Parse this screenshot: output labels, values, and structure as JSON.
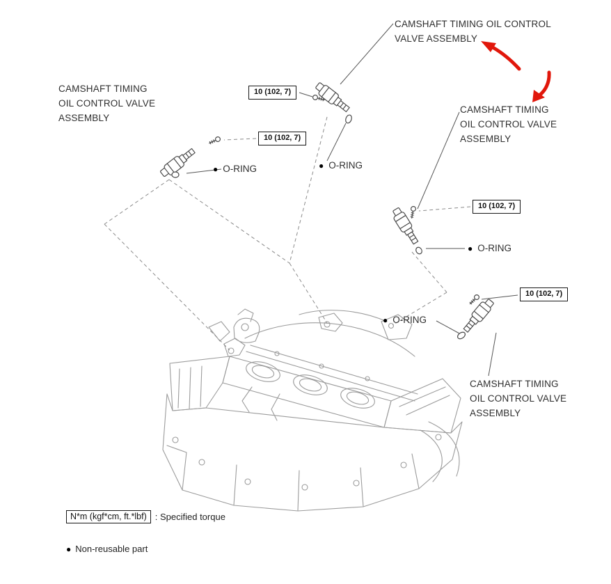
{
  "bullet": "●",
  "colors": {
    "annotation_arrow": "#e1170b",
    "engine_line": "#9b9b9b",
    "part_line": "#4a4a4a",
    "text": "#2e2e2e"
  },
  "callouts": {
    "top": "CAMSHAFT TIMING OIL CONTROL\nVALVE ASSEMBLY",
    "left": "CAMSHAFT TIMING\nOIL CONTROL VALVE\nASSEMBLY",
    "right": "CAMSHAFT TIMING\nOIL CONTROL VALVE\nASSEMBLY",
    "bottom_right": "CAMSHAFT TIMING\nOIL CONTROL VALVE\nASSEMBLY"
  },
  "torque_spec": "10 (102, 7)",
  "oring_label": "O-RING",
  "legend": {
    "torque_unit_box": "N*m (kgf*cm, ft.*lbf)",
    "torque_desc": ": Specified torque",
    "non_reusable": "Non-reusable part"
  }
}
